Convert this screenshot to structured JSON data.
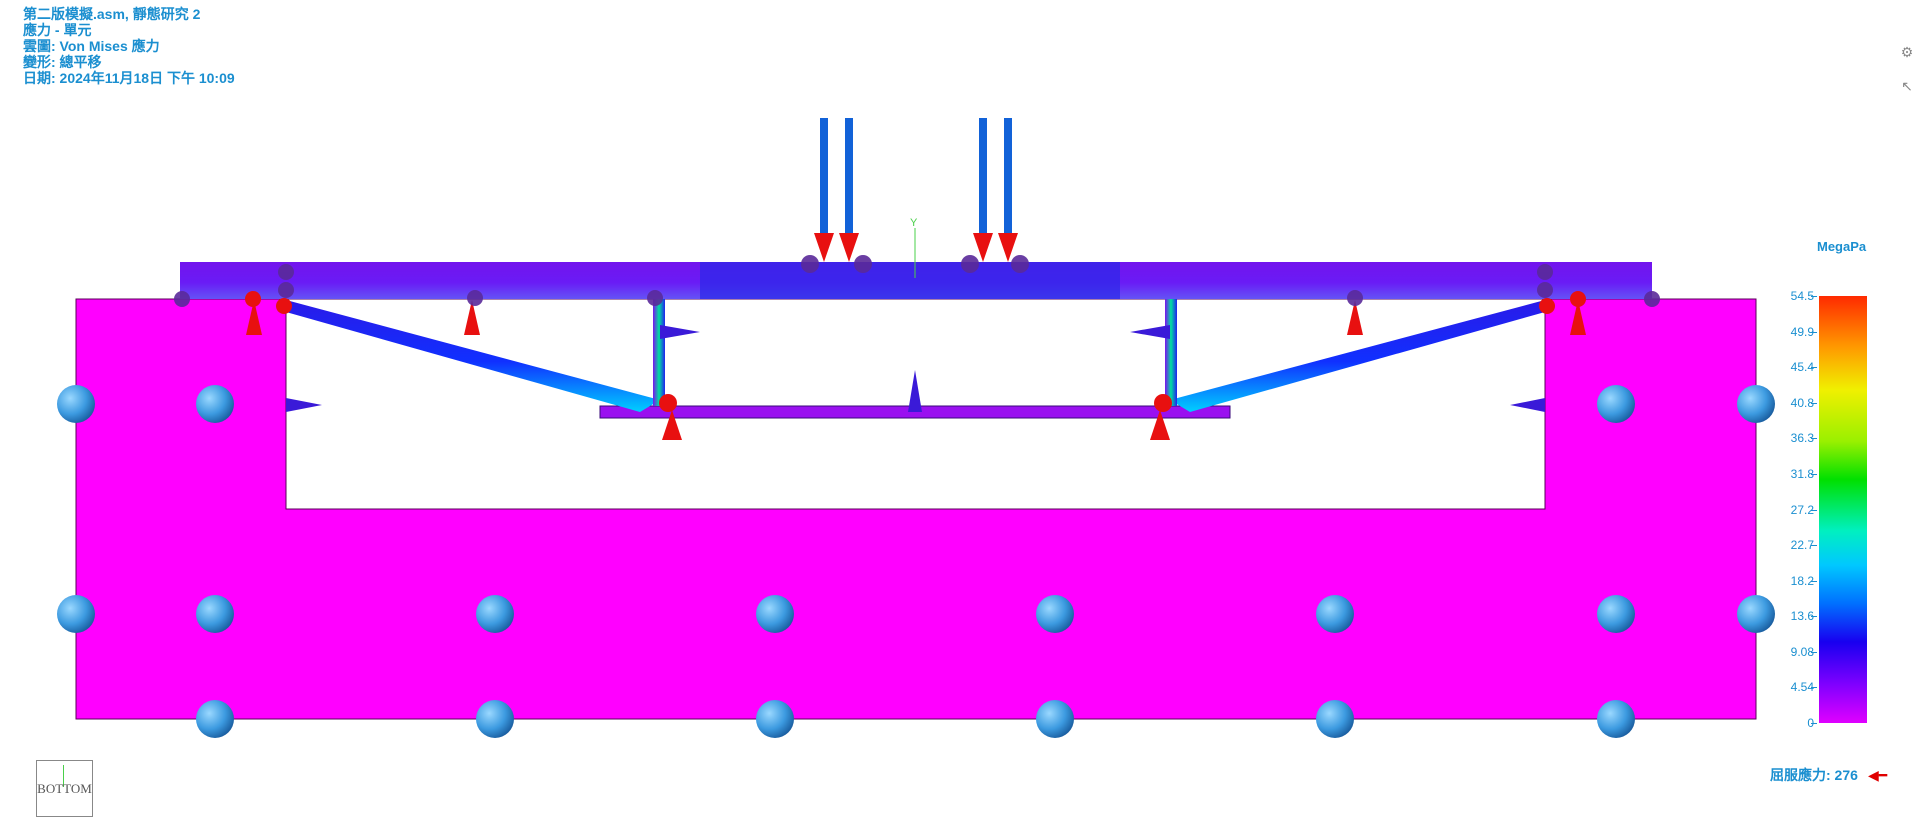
{
  "header": {
    "line1": "第二版模擬.asm, 靜態研究 2",
    "line2": "應力 - 單元",
    "line3": "雲圖: Von Mises 應力",
    "line4": "變形: 總平移",
    "line5": "日期: 2024年11月18日 下午 10:09"
  },
  "axis_label": "Y",
  "legend": {
    "unit": "MegaPa",
    "ticks": [
      "54.5",
      "49.9",
      "45.4",
      "40.8",
      "36.3",
      "31.8",
      "27.2",
      "22.7",
      "18.2",
      "13.6",
      "9.08",
      "4.54",
      "0"
    ],
    "yield_label": "屈服應力: 276"
  },
  "view_cube": {
    "label": "BOTTOM"
  },
  "colors": {
    "text": "#1b8fd0",
    "low_stress": "#ff00ff",
    "frame": "#3a1ad8",
    "load_arrow": "#1262d8",
    "constraint": "#e81010",
    "fixture": "#4aa8e8"
  },
  "toolbar": {
    "icons": [
      "dimension-tool-icon",
      "pointer-tool-icon"
    ]
  }
}
